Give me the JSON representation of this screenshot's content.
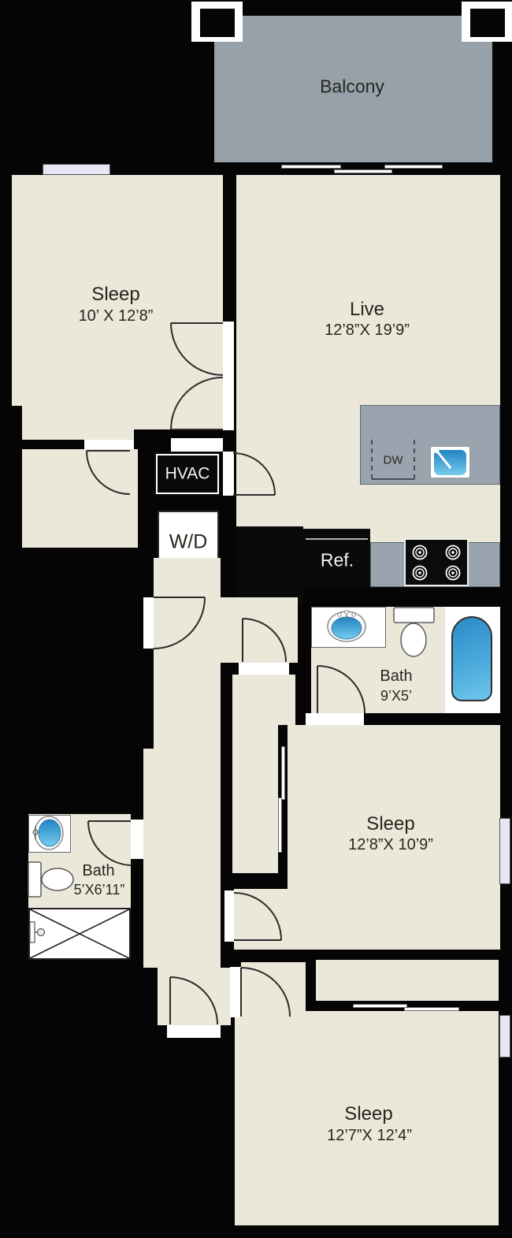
{
  "balcony": {
    "label": "Balcony"
  },
  "rooms": {
    "sleep1": {
      "label": "Sleep",
      "dims": "10’ X 12’8”"
    },
    "live": {
      "label": "Live",
      "dims": "12’8”X 19’9”"
    },
    "bath1": {
      "label": "Bath",
      "dims": "9’X5’"
    },
    "sleep2": {
      "label": "Sleep",
      "dims": "12’8”X 10’9”"
    },
    "bath2": {
      "label": "Bath",
      "dims": "5’X6’11”"
    },
    "sleep3": {
      "label": "Sleep",
      "dims": "12’7”X 12’4”"
    }
  },
  "appliances": {
    "hvac": "HVAC",
    "washer_dryer": "W/D",
    "dishwasher": "DW",
    "refrigerator": "Ref."
  },
  "colors": {
    "floor": "#EBE8DA",
    "wall": "#050505",
    "balcony": "#97A1AA",
    "counter": "#9AA4AF",
    "fixture_blue": "#2E8FCB",
    "window": "#E7E7F4"
  }
}
